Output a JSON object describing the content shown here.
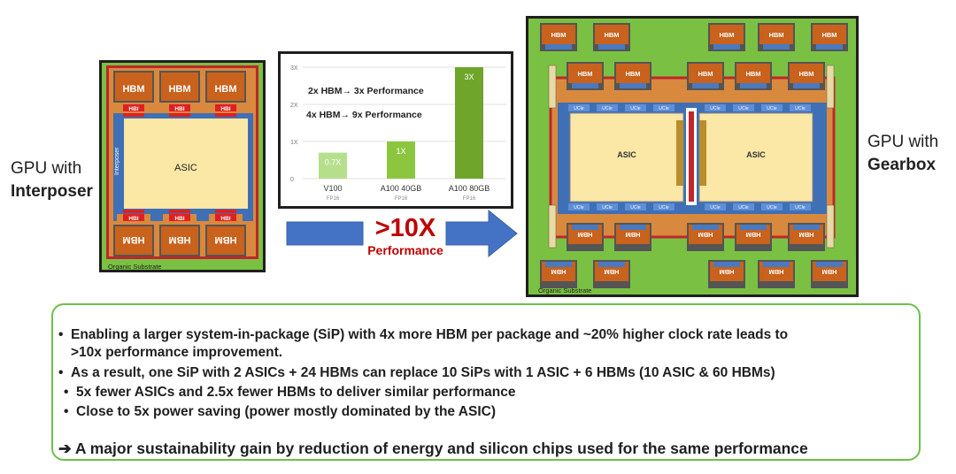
{
  "left_package": {
    "caption_line1": "GPU with",
    "caption_line2": "Interposer",
    "hbm_label": "HBM",
    "hbi_label": "HBI",
    "asic_label": "ASIC",
    "interposer_label": "Interposer",
    "substrate_label": "Organic Substrate"
  },
  "right_package": {
    "caption_line1": "GPU with",
    "caption_line2": "Gearbox",
    "hbm_label": "HBM",
    "ucie_label": "UCIe",
    "asic_label": "ASIC",
    "substrate_label": "Organic Substrate"
  },
  "chart_data": {
    "type": "bar",
    "categories": [
      "V100",
      "A100 40GB",
      "A100 80GB"
    ],
    "sublabels": [
      "FP16",
      "FP16",
      "FP16"
    ],
    "values": [
      0.7,
      1,
      3
    ],
    "data_labels": [
      "0.7X",
      "1X",
      "3X"
    ],
    "yticks": [
      "0",
      "1X",
      "2X",
      "3X"
    ],
    "ylim": [
      0,
      3
    ],
    "annotations": [
      "2x HBM→ 3x Performance",
      "4x HBM→ 9x Performance"
    ],
    "colors": [
      "#b6df8c",
      "#8cc63f",
      "#6ea52a"
    ]
  },
  "arrow": {
    "big_text": ">10X",
    "small_text": "Performance",
    "color": "#c00000",
    "arrow_color": "#4472c4"
  },
  "bullets": [
    {
      "level": 1,
      "lines": [
        "Enabling a larger system-in-package (SiP) with 4x more HBM per package and ~20% higher clock rate leads to",
        ">10x performance improvement."
      ]
    },
    {
      "level": 1,
      "lines": [
        "As a result, one SiP with 2 ASICs + 24 HBMs can replace 10 SiPs with 1 ASIC + 6 HBMs (10 ASIC & 60 HBMs)"
      ]
    },
    {
      "level": 2,
      "lines": [
        "5x fewer ASICs and 2.5x fewer HBMs to deliver similar performance"
      ]
    },
    {
      "level": 2,
      "lines": [
        "Close to 5x power saving (power mostly dominated by the ASIC)"
      ]
    }
  ],
  "conclusion": {
    "arrow": "➔",
    "text": "A major sustainability gain by reduction of energy and silicon chips used for the same performance"
  },
  "colors": {
    "substrate_green": "#7ac143",
    "hbm_orange": "#c8621c",
    "asic_yellow": "#fbe7a6",
    "interposer_blue": "#3f6fb5",
    "border_dark": "#1f1f1f",
    "red_frame": "#c0262c"
  }
}
